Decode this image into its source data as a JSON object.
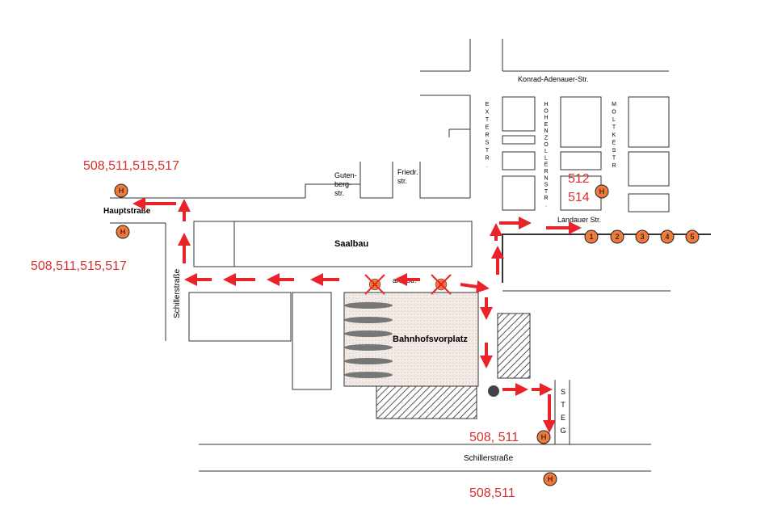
{
  "streets": {
    "konrad": "Konrad-Adenauer-Str.",
    "exter": [
      "E",
      "X",
      "T",
      "E",
      "R",
      "S",
      "T",
      "R",
      "."
    ],
    "hohenzollern": [
      "H",
      "O",
      "H",
      "E",
      "N",
      "Z",
      "O",
      "L",
      "L",
      "E",
      "R",
      "N",
      "S",
      "T",
      "R",
      "."
    ],
    "moltke": [
      "M",
      "O",
      "L",
      "T",
      "K",
      "E",
      "S",
      "T",
      "R"
    ],
    "guten1": "Guten-",
    "guten2": "berg-",
    "guten3": "str.",
    "friedr1": "Friedr.",
    "friedr2": "str.",
    "hauptstrasse": "Hauptstraße",
    "landauer": "Landauer Str.",
    "bahnhofstr": "ahofstr.",
    "schiller_vertical": "Schillerstraße",
    "schiller_horizontal": "Schillerstraße",
    "steg": [
      "S",
      "T",
      "E",
      "G"
    ]
  },
  "buildings": {
    "saalbau": "Saalbau",
    "bahnhofsvorplatz": "Bahnhofsvorplatz"
  },
  "bus_lines": {
    "left_top": "508,511,515,517",
    "left_bottom": "508,511,515,517",
    "right_512": "512",
    "right_514": "514",
    "steg_lines": "508, 511",
    "bottom_lines": "508,511"
  },
  "stop_symbol": "H",
  "bay_numbers": [
    "1",
    "2",
    "3",
    "4",
    "5"
  ],
  "colors": {
    "route_red": "#e8242a",
    "stop_orange": "#f07a3c",
    "line_text_red": "#d9302f",
    "hatch": "#555555"
  }
}
